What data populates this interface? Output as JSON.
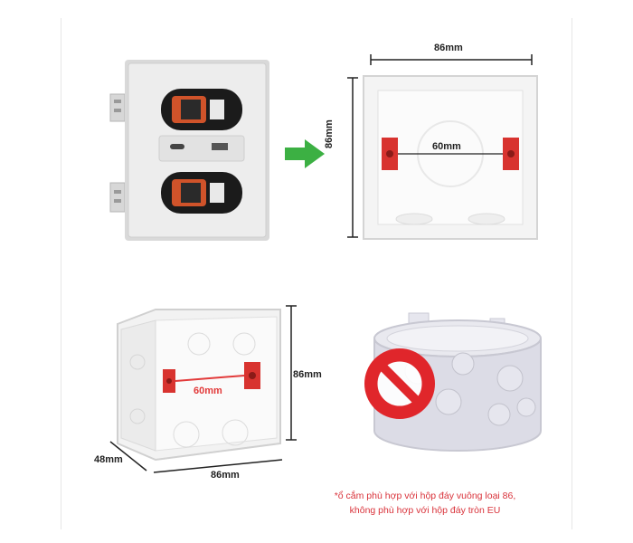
{
  "dimensions": {
    "top_width": "86mm",
    "top_height": "86mm",
    "top_spacing": "60mm",
    "bottom_height": "86mm",
    "bottom_spacing": "60mm",
    "bottom_depth": "48mm",
    "bottom_width": "86mm"
  },
  "note": {
    "line1": "*ổ cắm phù hợp với hộp đáy vuông loại 86,",
    "line2": "không phù hợp với hộp đáy tròn EU"
  },
  "icons": {
    "arrow": "green-right-arrow",
    "prohibited": "red-no-symbol"
  },
  "colors": {
    "arrow": "#3cb043",
    "no_symbol": "#e0262b",
    "dimension_red": "#e23a3a",
    "mount_bracket": "#d8332f"
  }
}
